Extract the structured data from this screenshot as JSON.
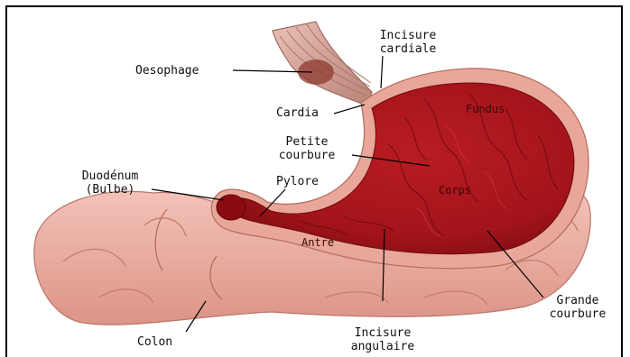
{
  "labels": {
    "oesophage": "Oesophage",
    "incisure_cardiale_1": "Incisure",
    "incisure_cardiale_2": "cardiale",
    "cardia": "Cardia",
    "petite_courbure_1": "Petite",
    "petite_courbure_2": "courbure",
    "duodenum_1": "Duodénum",
    "duodenum_2": "(Bulbe)",
    "pylore": "Pylore",
    "fundus": "Fundus",
    "corps": "Corps",
    "antre": "Antre",
    "grande_courbure_1": "Grande",
    "grande_courbure_2": "courbure",
    "colon": "Colon",
    "incisure_angulaire_1": "Incisure",
    "incisure_angulaire_2": "angulaire"
  },
  "colors": {
    "stomach_outer": "#e8a79a",
    "stomach_inner": "#a3141a",
    "colon": "#eeb1a6",
    "esophagus": "#d9a79b"
  }
}
